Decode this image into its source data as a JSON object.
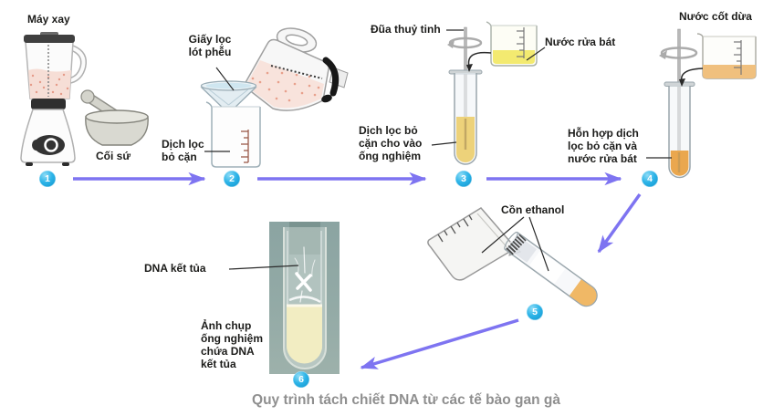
{
  "caption": "Quy trình tách chiết DNA từ các tế bào gan gà",
  "colors": {
    "arrow": "#7e74f1",
    "step_badge": "#1fa8e0",
    "caption_text": "#8f8f8f"
  },
  "step_numbers": [
    "1",
    "2",
    "3",
    "4",
    "5",
    "6"
  ],
  "labels": {
    "blender": "Máy xay",
    "mortar": "Cối sứ",
    "filter_paper": "Giấy lọc\nlót phễu",
    "filtrate": "Dịch lọc\nbỏ cặn",
    "glass_rod": "Đũa thuỷ tinh",
    "dish_soap": "Nước rửa bát",
    "filtrate_in_tube": "Dịch lọc bỏ\ncặn cho vào\nống nghiệm",
    "coconut_milk": "Nước cốt dừa",
    "mixture": "Hỗn hợp dịch\nlọc bỏ cặn và\nnước rửa bát",
    "ethanol": "Cồn ethanol",
    "dna_precipitate": "DNA kết tủa",
    "photo_note": "Ảnh chụp\nống nghiệm\nchứa DNA\nkết tủa"
  }
}
